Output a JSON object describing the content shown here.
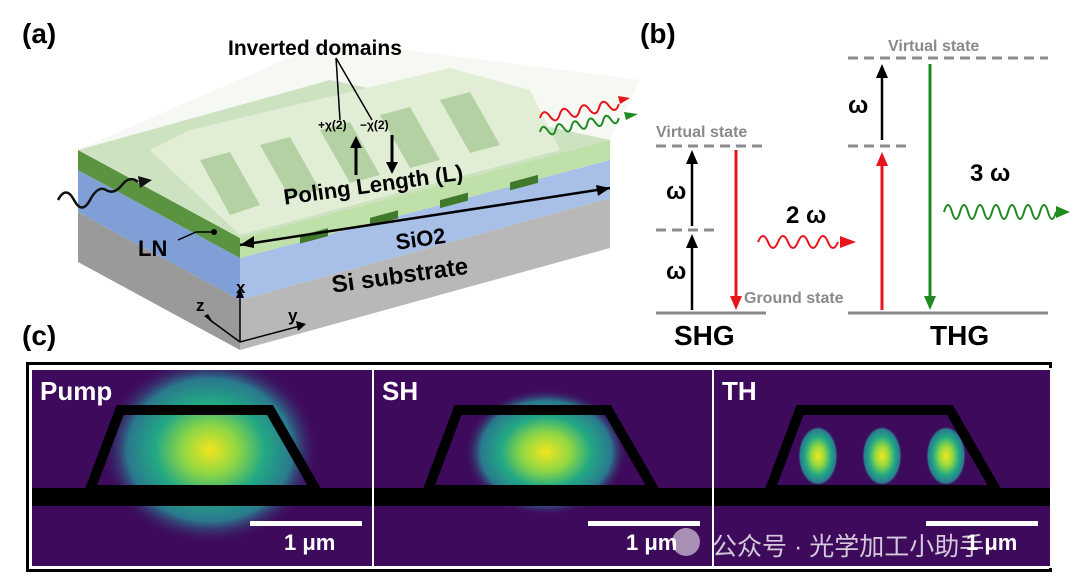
{
  "panel_a": {
    "label": "(a)",
    "inverted_domains": "Inverted domains",
    "chi_plus": "+χ(2)",
    "chi_minus": "−χ(2)",
    "poling_length": "Poling Length (L)",
    "ln": "LN",
    "sio2": "SiO2",
    "si_substrate": "Si substrate",
    "axis_x": "x",
    "axis_y": "y",
    "axis_z": "z"
  },
  "panel_b": {
    "label": "(b)",
    "shg_virtual_state": "Virtual state",
    "thg_virtual_state": "Virtual state",
    "ground_state": "Ground state",
    "omega": "ω",
    "two_omega": "2 ω",
    "three_omega": "3 ω",
    "shg": "SHG",
    "thg": "THG",
    "colors": {
      "pump": "#e8141b",
      "second_harmonic": "#e8141b",
      "third_harmonic": "#1f8a1f",
      "level": "#8a8a8a"
    }
  },
  "panel_c": {
    "label": "(c)",
    "modes": [
      {
        "label": "Pump",
        "scale": "1 μm"
      },
      {
        "label": "SH",
        "scale": "1 μm"
      },
      {
        "label": "TH",
        "scale": "1 μm"
      }
    ],
    "colors": {
      "background": "#3e0a5c",
      "peak": "#f2e51d"
    }
  },
  "watermark": "公众号 · 光学加工小助手"
}
